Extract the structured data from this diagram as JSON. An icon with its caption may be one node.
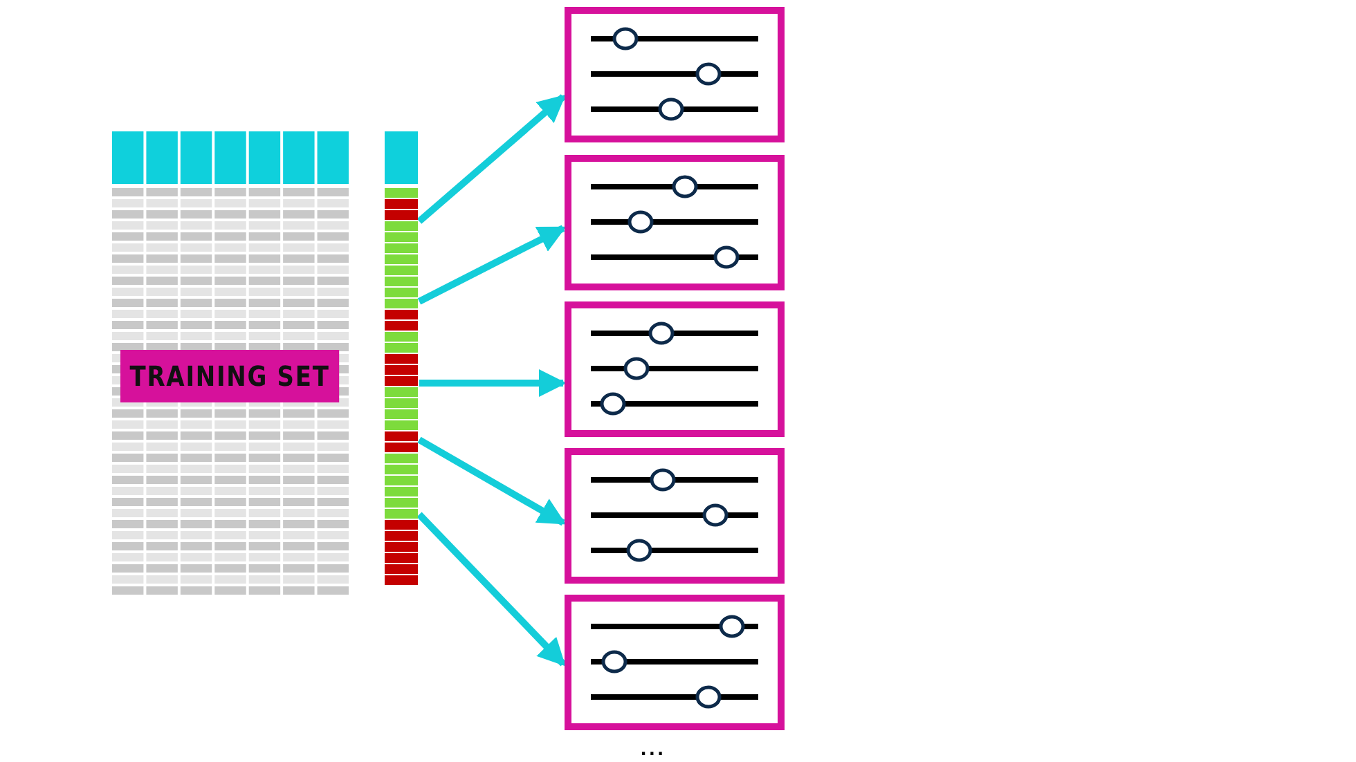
{
  "diagram": {
    "nodes": [
      {
        "text": [],
        "shape": "box"
      },
      {
        "text": [
          "TRAINING SET"
        ],
        "in": 0
      },
      {
        "text": [],
        "shape": "bar"
      },
      {
        "text": [],
        "shape": "picture"
      },
      {
        "text": [],
        "shape": "picture"
      },
      {
        "text": [],
        "shape": "picture"
      },
      {
        "text": [],
        "shape": "picture"
      },
      {
        "text": [],
        "shape": "picture"
      }
    ],
    "edges": [
      {
        "from": 2,
        "to": 3,
        "arrow": "to"
      },
      {
        "from": 2,
        "to": 4,
        "arrow": "to"
      },
      {
        "from": 2,
        "to": 5,
        "arrow": "to"
      },
      {
        "from": 2,
        "to": 6,
        "arrow": "to"
      },
      {
        "from": 2,
        "to": 7,
        "arrow": "to"
      }
    ],
    "labels": [
      "..."
    ]
  }
}
